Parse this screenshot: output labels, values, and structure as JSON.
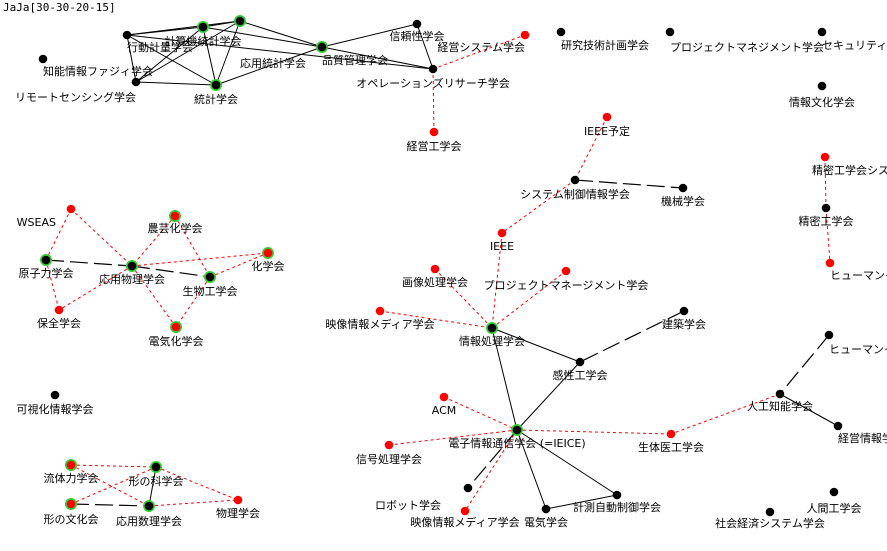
{
  "title": "JaJa[30-30-20-15]",
  "colors": {
    "red": "#ff0000",
    "black": "#000000",
    "halo": "#33cc33"
  },
  "legend_styles": {
    "solid": "solid",
    "dashed": "long-dash",
    "dotted": "red-dotted"
  },
  "nodes": {
    "fuzzy": {
      "label": "知能情報ファジィ学会",
      "color": "black"
    },
    "kodo": {
      "label": "行動計量学会",
      "color": "black"
    },
    "keisanki": {
      "label": "計算機統計学会",
      "color": "black",
      "halo": true
    },
    "oyotokei": {
      "label": "応用統計学会",
      "color": "black",
      "halo": true
    },
    "hinshitsu": {
      "label": "品質管理学会",
      "color": "black",
      "halo": true
    },
    "shinrai": {
      "label": "信頼性学会",
      "color": "black"
    },
    "remote": {
      "label": "リモートセンシング学会",
      "color": "black"
    },
    "tokei": {
      "label": "統計学会",
      "color": "black",
      "halo": true
    },
    "or": {
      "label": "オペレーションズリサーチ学会",
      "color": "black"
    },
    "keieisys": {
      "label": "経営システム学会",
      "color": "red"
    },
    "keieiko": {
      "label": "経営工学会",
      "color": "red"
    },
    "kenkyu": {
      "label": "研究技術計画学会",
      "color": "black"
    },
    "projman1": {
      "label": "プロジェクトマネジメント学会",
      "color": "black"
    },
    "security": {
      "label": "セキュリティ学会",
      "color": "black"
    },
    "johobunka": {
      "label": "情報文化学会",
      "color": "black"
    },
    "ieeeyotei": {
      "label": "IEEE予定",
      "color": "red"
    },
    "sysctrl": {
      "label": "システム制御情報学会",
      "color": "black"
    },
    "kikai": {
      "label": "機械学会",
      "color": "black"
    },
    "seimitsusys": {
      "label": "精密工学会システム制御情報",
      "color": "red"
    },
    "seimitsu": {
      "label": "精密工学会",
      "color": "black"
    },
    "humaninter1": {
      "label": "ヒューマンインターフェイス学会",
      "color": "red"
    },
    "wseas": {
      "label": "WSEAS",
      "color": "red"
    },
    "nogei": {
      "label": "農芸化学会",
      "color": "red",
      "halo": true
    },
    "genshi": {
      "label": "原子力学会",
      "color": "black",
      "halo": true
    },
    "oyobutsuri": {
      "label": "応用物理学会",
      "color": "black",
      "halo": true
    },
    "kagaku": {
      "label": "化学会",
      "color": "red",
      "halo": true
    },
    "seibutsu": {
      "label": "生物工学会",
      "color": "black",
      "halo": true
    },
    "hozen": {
      "label": "保全学会",
      "color": "red"
    },
    "denki": {
      "label": "電気化学会",
      "color": "red",
      "halo": true
    },
    "ieee": {
      "label": "IEEE",
      "color": "red"
    },
    "gazo": {
      "label": "画像処理学会",
      "color": "red"
    },
    "projman2": {
      "label": "プロジェクトマネージメント学会",
      "color": "red"
    },
    "eizo1": {
      "label": "映像情報メディア学会",
      "color": "red"
    },
    "johoshori": {
      "label": "情報処理学会",
      "color": "black",
      "halo": true
    },
    "kenchiku": {
      "label": "建築学会",
      "color": "black"
    },
    "humaninter2": {
      "label": "ヒューマンインタフェース学会",
      "color": "black"
    },
    "kansei": {
      "label": "感性工学会",
      "color": "black"
    },
    "jinko": {
      "label": "人工知能学会",
      "color": "black"
    },
    "kashika": {
      "label": "可視化情報学会",
      "color": "black"
    },
    "acm": {
      "label": "ACM",
      "color": "red"
    },
    "keieijoho": {
      "label": "経営情報学会",
      "color": "black"
    },
    "ieice": {
      "label": "電子情報通信学会 (=IEICE)",
      "color": "black",
      "halo": true
    },
    "seitai": {
      "label": "生体医工学会",
      "color": "red"
    },
    "shingo": {
      "label": "信号処理学会",
      "color": "red"
    },
    "ryutai": {
      "label": "流体力学会",
      "color": "red",
      "halo": true
    },
    "katachikagaku": {
      "label": "形の科学会",
      "color": "black",
      "halo": true
    },
    "robot": {
      "label": "ロボット学会",
      "color": "black"
    },
    "keisoku": {
      "label": "計測自動制御学会",
      "color": "black"
    },
    "ningen": {
      "label": "人間工学会",
      "color": "black"
    },
    "butsuri": {
      "label": "物理学会",
      "color": "red"
    },
    "katachibunka": {
      "label": "形の文化会",
      "color": "red",
      "halo": true
    },
    "oyosuri": {
      "label": "応用数理学会",
      "color": "black",
      "halo": true
    },
    "eizo2": {
      "label": "映像情報メディア学会",
      "color": "red"
    },
    "denkiG": {
      "label": "電気学会",
      "color": "black"
    },
    "shakai": {
      "label": "社会経済システム学会",
      "color": "black"
    }
  },
  "edges": [
    {
      "from": "kodo",
      "to": "keisanki",
      "style": "solid"
    },
    {
      "from": "kodo",
      "to": "oyotokei",
      "style": "solid"
    },
    {
      "from": "kodo",
      "to": "remote",
      "style": "solid"
    },
    {
      "from": "kodo",
      "to": "tokei",
      "style": "solid"
    },
    {
      "from": "keisanki",
      "to": "oyotokei",
      "style": "solid"
    },
    {
      "from": "keisanki",
      "to": "tokei",
      "style": "solid"
    },
    {
      "from": "keisanki",
      "to": "remote",
      "style": "solid"
    },
    {
      "from": "keisanki",
      "to": "hinshitsu",
      "style": "solid"
    },
    {
      "from": "oyotokei",
      "to": "hinshitsu",
      "style": "solid"
    },
    {
      "from": "oyotokei",
      "to": "remote",
      "style": "solid"
    },
    {
      "from": "oyotokei",
      "to": "tokei",
      "style": "solid"
    },
    {
      "from": "remote",
      "to": "tokei",
      "style": "solid"
    },
    {
      "from": "tokei",
      "to": "hinshitsu",
      "style": "solid"
    },
    {
      "from": "hinshitsu",
      "to": "shinrai",
      "style": "solid"
    },
    {
      "from": "hinshitsu",
      "to": "or",
      "style": "solid"
    },
    {
      "from": "kodo",
      "to": "or",
      "style": "solid"
    },
    {
      "from": "shinrai",
      "to": "or",
      "style": "solid"
    },
    {
      "from": "or",
      "to": "keieisys",
      "style": "dotted"
    },
    {
      "from": "or",
      "to": "keieiko",
      "style": "dotted"
    },
    {
      "from": "ieeeyotei",
      "to": "sysctrl",
      "style": "dotted"
    },
    {
      "from": "sysctrl",
      "to": "kikai",
      "style": "dashed"
    },
    {
      "from": "sysctrl",
      "to": "ieee",
      "style": "dotted"
    },
    {
      "from": "ieee",
      "to": "johoshori",
      "style": "dotted"
    },
    {
      "from": "seimitsusys",
      "to": "seimitsu",
      "style": "dotted"
    },
    {
      "from": "seimitsu",
      "to": "humaninter1",
      "style": "dotted"
    },
    {
      "from": "wseas",
      "to": "genshi",
      "style": "dotted"
    },
    {
      "from": "wseas",
      "to": "oyobutsuri",
      "style": "dotted"
    },
    {
      "from": "nogei",
      "to": "oyobutsuri",
      "style": "dotted"
    },
    {
      "from": "nogei",
      "to": "seibutsu",
      "style": "dotted"
    },
    {
      "from": "genshi",
      "to": "oyobutsuri",
      "style": "dashed"
    },
    {
      "from": "genshi",
      "to": "hozen",
      "style": "dotted"
    },
    {
      "from": "oyobutsuri",
      "to": "seibutsu",
      "style": "dashed"
    },
    {
      "from": "oyobutsuri",
      "to": "kagaku",
      "style": "dotted"
    },
    {
      "from": "oyobutsuri",
      "to": "hozen",
      "style": "dotted"
    },
    {
      "from": "oyobutsuri",
      "to": "denki",
      "style": "dotted"
    },
    {
      "from": "seibutsu",
      "to": "kagaku",
      "style": "dotted"
    },
    {
      "from": "seibutsu",
      "to": "denki",
      "style": "dotted"
    },
    {
      "from": "gazo",
      "to": "johoshori",
      "style": "dotted"
    },
    {
      "from": "projman2",
      "to": "johoshori",
      "style": "dotted"
    },
    {
      "from": "eizo1",
      "to": "johoshori",
      "style": "dotted"
    },
    {
      "from": "johoshori",
      "to": "kansei",
      "style": "solid"
    },
    {
      "from": "johoshori",
      "to": "ieice",
      "style": "solid"
    },
    {
      "from": "kenchiku",
      "to": "kansei",
      "style": "dashed"
    },
    {
      "from": "kansei",
      "to": "ieice",
      "style": "solid"
    },
    {
      "from": "humaninter2",
      "to": "jinko",
      "style": "dashed"
    },
    {
      "from": "jinko",
      "to": "keieijoho",
      "style": "solid"
    },
    {
      "from": "jinko",
      "to": "seitai",
      "style": "dotted"
    },
    {
      "from": "acm",
      "to": "ieice",
      "style": "dotted"
    },
    {
      "from": "ieice",
      "to": "seitai",
      "style": "dotted"
    },
    {
      "from": "ieice",
      "to": "shingo",
      "style": "dotted"
    },
    {
      "from": "ieice",
      "to": "robot",
      "style": "dashed"
    },
    {
      "from": "ieice",
      "to": "eizo2",
      "style": "dotted"
    },
    {
      "from": "ieice",
      "to": "denkiG",
      "style": "solid"
    },
    {
      "from": "ieice",
      "to": "keisoku",
      "style": "solid"
    },
    {
      "from": "denkiG",
      "to": "keisoku",
      "style": "solid"
    },
    {
      "from": "ryutai",
      "to": "katachikagaku",
      "style": "dotted"
    },
    {
      "from": "ryutai",
      "to": "oyosuri",
      "style": "dotted"
    },
    {
      "from": "katachikagaku",
      "to": "katachibunka",
      "style": "dotted"
    },
    {
      "from": "katachikagaku",
      "to": "oyosuri",
      "style": "solid"
    },
    {
      "from": "katachikagaku",
      "to": "butsuri",
      "style": "dotted"
    },
    {
      "from": "katachibunka",
      "to": "oyosuri",
      "style": "dashed"
    },
    {
      "from": "oyosuri",
      "to": "butsuri",
      "style": "dotted"
    }
  ]
}
